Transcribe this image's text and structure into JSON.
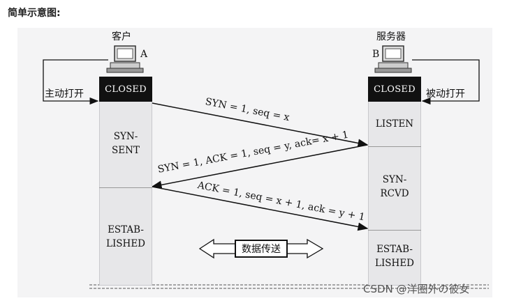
{
  "heading": "简单示意图:",
  "client": {
    "role": "客户",
    "letter": "A",
    "open_label": "主动打开",
    "closed": "CLOSED",
    "states": [
      "SYN-\nSENT",
      "ESTAB-\nLISHED"
    ]
  },
  "server": {
    "role": "服务器",
    "letter": "B",
    "open_label": "被动打开",
    "closed": "CLOSED",
    "states": [
      "LISTEN",
      "SYN-\nRCVD",
      "ESTAB-\nLISHED"
    ]
  },
  "messages": [
    "SYN = 1, seq = x",
    "SYN = 1, ACK = 1, seq = y, ack= x + 1",
    "ACK = 1, seq = x + 1, ack = y + 1"
  ],
  "transfer_label": "数据传送",
  "watermark": "CSDN @洋圈外の彼女"
}
